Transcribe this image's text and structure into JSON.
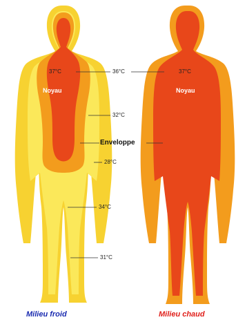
{
  "colors": {
    "outer_yellow": "#f7d231",
    "light_yellow": "#fbe85a",
    "orange": "#f39c1d",
    "core_red": "#e8471a",
    "caption_cold": "#1a2bb0",
    "caption_hot": "#e0201b"
  },
  "labels": {
    "core_temp_left": "37°C",
    "core_temp_right": "37°C",
    "noyau_left": "Noyau",
    "noyau_right": "Noyau",
    "t36": "36°C",
    "t32": "32°C",
    "enveloppe": "Enveloppe",
    "t28": "28°C",
    "t34": "34°C",
    "t31": "31°C"
  },
  "captions": {
    "cold": "Milieu froid",
    "hot": "Milieu chaud"
  }
}
